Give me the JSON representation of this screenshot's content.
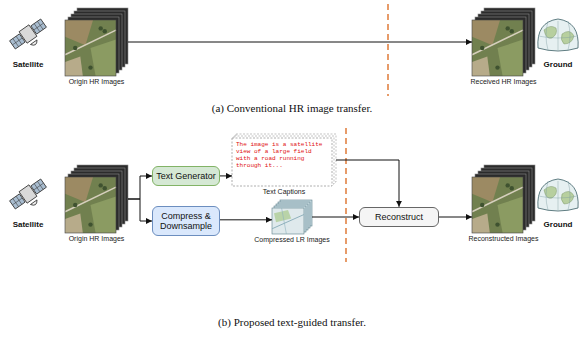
{
  "diagram": {
    "nodes": [
      {
        "text": [
          "Origin HR Images"
        ]
      },
      {
        "text": [
          "Received HR Images"
        ]
      },
      {
        "text": [
          "Origin HR Images"
        ]
      },
      {
        "text": [
          "Text Generator"
        ]
      },
      {
        "text": [
          "Compress & Downsample"
        ]
      },
      {
        "text": [
          "The image is a satellite view of a large field with a road running through it...",
          "Text Captions"
        ]
      },
      {
        "text": [
          "Compressed LR Images"
        ]
      },
      {
        "text": [
          "Reconstruct"
        ]
      },
      {
        "text": [
          "Reconstructed Images"
        ]
      }
    ],
    "edges": [
      {
        "from": 0,
        "to": 1,
        "arrow": "to"
      },
      {
        "from": 2,
        "to": 3,
        "arrow": "to"
      },
      {
        "from": 2,
        "to": 4,
        "arrow": "to"
      },
      {
        "from": 3,
        "to": 5,
        "arrow": "to"
      },
      {
        "from": 4,
        "to": 6,
        "arrow": "to"
      },
      {
        "from": 5,
        "to": 7,
        "arrow": "to"
      },
      {
        "from": 6,
        "to": 7,
        "arrow": "to"
      },
      {
        "from": 7,
        "to": 8,
        "arrow": "to"
      }
    ],
    "labels": [
      "Satellite",
      "Ground",
      "(a) Conventional HR image transfer.",
      "Satellite",
      "Ground",
      "(b) Proposed text-guided transfer."
    ]
  }
}
